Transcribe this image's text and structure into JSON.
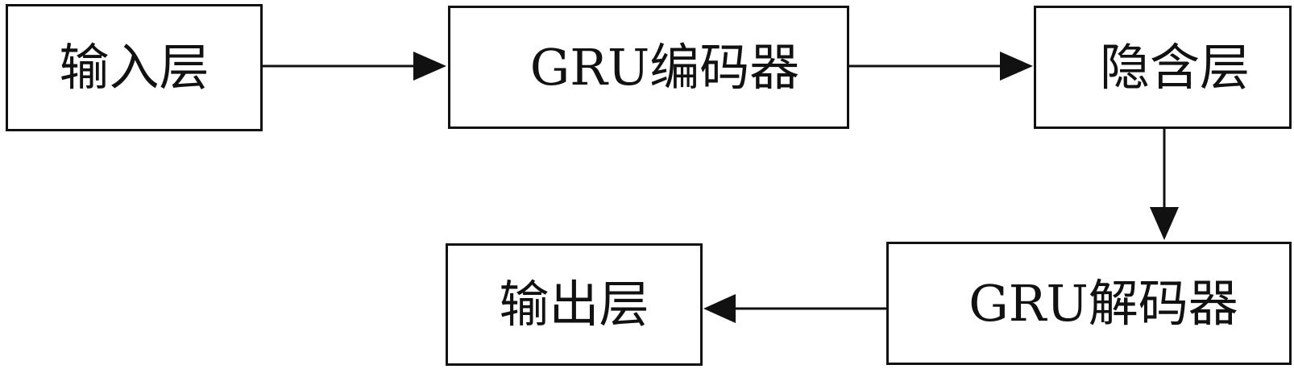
{
  "diagram": {
    "nodes": {
      "input": "输入层",
      "encoder": "GRU编码器",
      "hidden": "隐含层",
      "decoder": "GRU解码器",
      "output": "输出层"
    },
    "edges": [
      {
        "from": "input",
        "to": "encoder"
      },
      {
        "from": "encoder",
        "to": "hidden"
      },
      {
        "from": "hidden",
        "to": "decoder"
      },
      {
        "from": "decoder",
        "to": "output"
      }
    ],
    "colors": {
      "stroke": "#111111",
      "fill": "#ffffff"
    }
  }
}
